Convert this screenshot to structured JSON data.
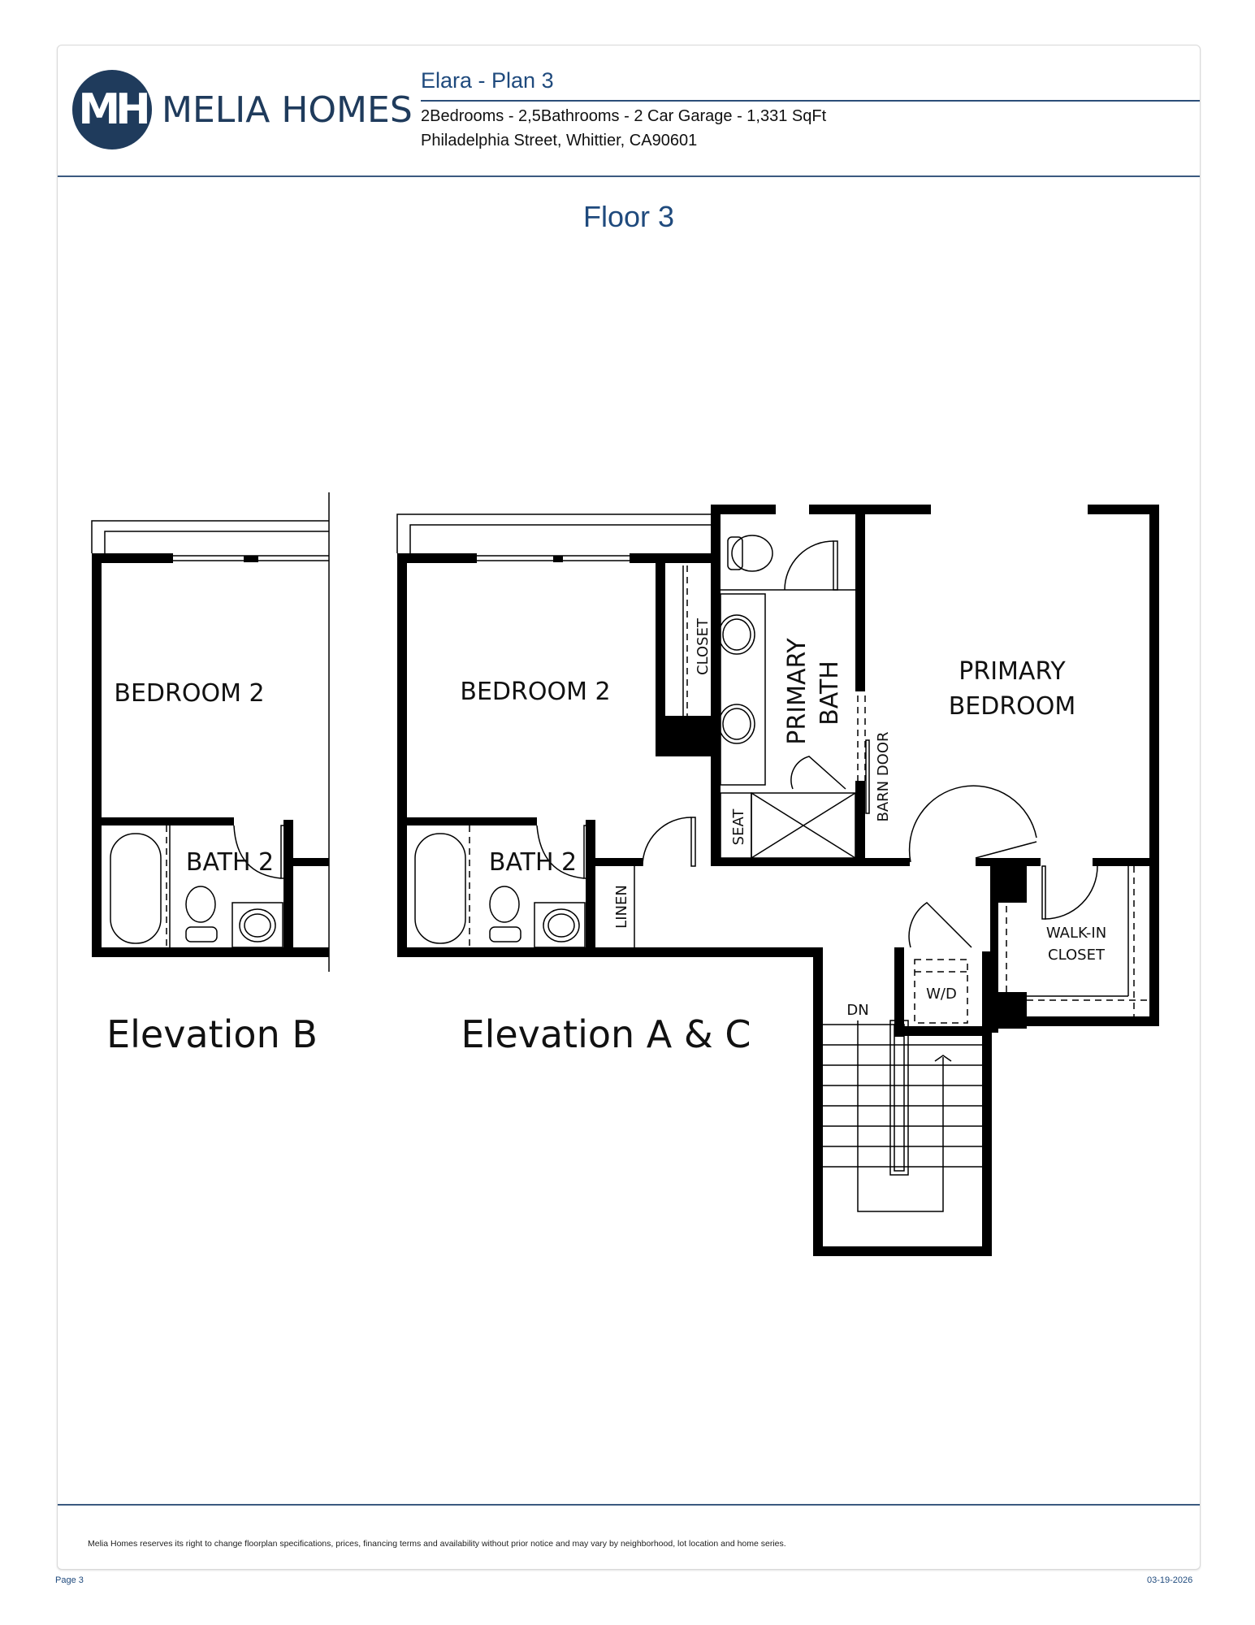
{
  "brand": {
    "logo_monogram": "MH",
    "logo_name": "MELIA HOMES",
    "brand_color": "#1f3b5c"
  },
  "header": {
    "plan_title": "Elara - Plan 3",
    "specs": "2Bedrooms - 2,5Bathrooms - 2 Car Garage - 1,331 SqFt",
    "address": "Philadelphia Street, Whittier, CA90601"
  },
  "floor": {
    "title": "Floor 3",
    "elevations": [
      {
        "label": "Elevation B",
        "rooms": [
          "BEDROOM 2",
          "BATH 2"
        ]
      },
      {
        "label": "Elevation A & C",
        "rooms": [
          "BEDROOM 2",
          "BATH 2",
          "CLOSET",
          "LINEN"
        ]
      }
    ],
    "rooms": {
      "elev_b_bedroom": "BEDROOM 2",
      "elev_b_bath": "BATH 2",
      "elev_ac_bedroom": "BEDROOM 2",
      "elev_ac_bath": "BATH 2",
      "closet": "CLOSET",
      "linen": "LINEN",
      "primary_bath_1": "PRIMARY",
      "primary_bath_2": "BATH",
      "seat": "SEAT",
      "barn_door": "BARN DOOR",
      "primary_bedroom_1": "PRIMARY",
      "primary_bedroom_2": "BEDROOM",
      "walk_in_1": "WALK-IN",
      "walk_in_2": "CLOSET",
      "wd": "W/D",
      "dn": "DN"
    },
    "elevation_b_label": "Elevation B",
    "elevation_ac_label": "Elevation A & C"
  },
  "footer": {
    "disclaimer": "Melia Homes reserves its right to change floorplan specifications, prices, financing terms and availability without prior notice and may vary by neighborhood, lot location and home series.",
    "page": "Page 3",
    "date": "03-19-2026"
  }
}
